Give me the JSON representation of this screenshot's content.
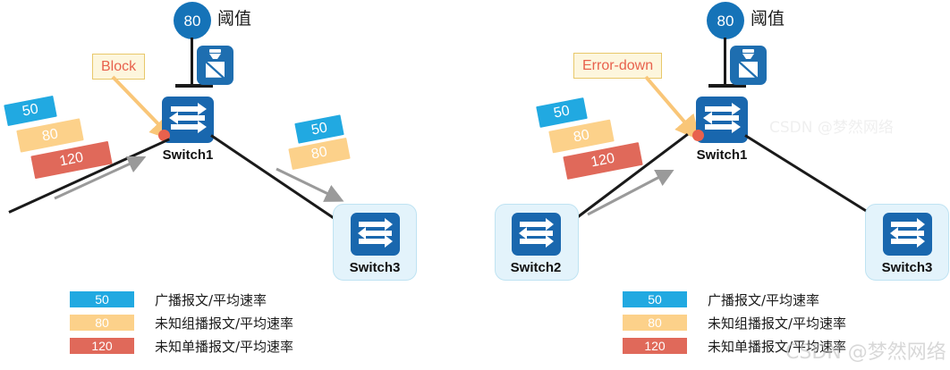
{
  "diagram": {
    "title_watermarks": {
      "bottom_right": "CSDN @梦然网络",
      "top_right": "CSDN @梦然网络"
    },
    "panels": [
      {
        "id": "left",
        "threshold": {
          "value": "80",
          "label": "阈值"
        },
        "callout": "Block",
        "switches": {
          "center": "Switch1",
          "right": "Switch3"
        },
        "ingress_bars": [
          {
            "value": "50",
            "color": "#21a9e1"
          },
          {
            "value": "80",
            "color": "#fcd18a"
          },
          {
            "value": "120",
            "color": "#e0695a"
          }
        ],
        "egress_bars": [
          {
            "value": "50",
            "color": "#21a9e1"
          },
          {
            "value": "80",
            "color": "#fcd18a"
          }
        ],
        "legend": [
          {
            "value": "50",
            "color": "#21a9e1",
            "text": "广播报文/平均速率"
          },
          {
            "value": "80",
            "color": "#fcd18a",
            "text": "未知组播报文/平均速率"
          },
          {
            "value": "120",
            "color": "#e0695a",
            "text": "未知单播报文/平均速率"
          }
        ]
      },
      {
        "id": "right",
        "threshold": {
          "value": "80",
          "label": "阈值"
        },
        "callout": "Error-down",
        "switches": {
          "center": "Switch1",
          "left": "Switch2",
          "right": "Switch3"
        },
        "ingress_bars": [
          {
            "value": "50",
            "color": "#21a9e1"
          },
          {
            "value": "80",
            "color": "#fcd18a"
          },
          {
            "value": "120",
            "color": "#e0695a"
          }
        ],
        "egress_bars": [],
        "legend": [
          {
            "value": "50",
            "color": "#21a9e1",
            "text": "广播报文/平均速率"
          },
          {
            "value": "80",
            "color": "#fcd18a",
            "text": "未知组播报文/平均速率"
          },
          {
            "value": "120",
            "color": "#e0695a",
            "text": "未知单播报文/平均速率"
          }
        ]
      }
    ],
    "icons": {
      "switch": "switch-icon",
      "shaper": "traffic-shaper-icon",
      "gauge": "threshold-gauge-icon",
      "port": "blocked-port-dot-icon"
    },
    "colors": {
      "switch_blue": "#1967ae",
      "gauge_blue": "#1573b8",
      "broadcast": "#21a9e1",
      "multicast": "#fcd18a",
      "unicast": "#e0695a",
      "callout_bg": "#fdf6dd",
      "callout_border": "#e8c86a",
      "callout_text": "#e8614d",
      "switch_bg": "#e3f3fb"
    }
  }
}
